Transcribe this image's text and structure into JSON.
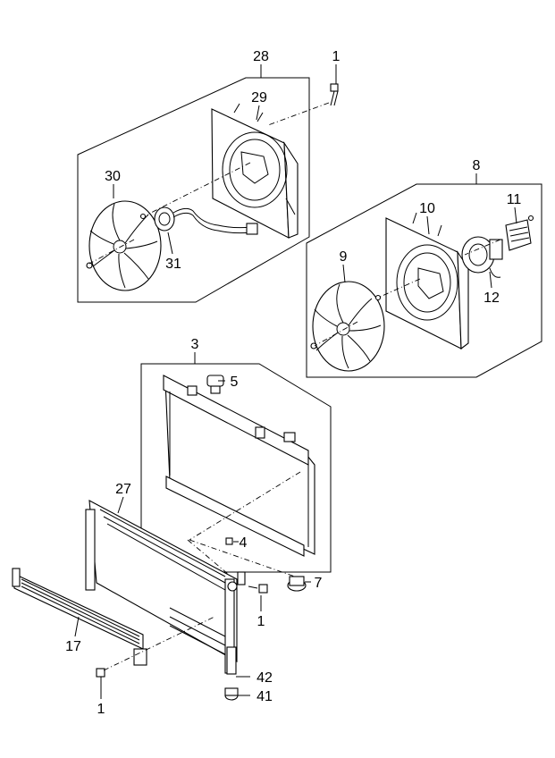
{
  "callouts": {
    "c28": "28",
    "c1_top": "1",
    "c29": "29",
    "c30": "30",
    "c31": "31",
    "c8": "8",
    "c10": "10",
    "c11": "11",
    "c9": "9",
    "c12": "12",
    "c3": "3",
    "c5": "5",
    "c27": "27",
    "c4": "4",
    "c7": "7",
    "c1_mid": "1",
    "c17": "17",
    "c42": "42",
    "c41": "41",
    "c1_bottom": "1"
  }
}
